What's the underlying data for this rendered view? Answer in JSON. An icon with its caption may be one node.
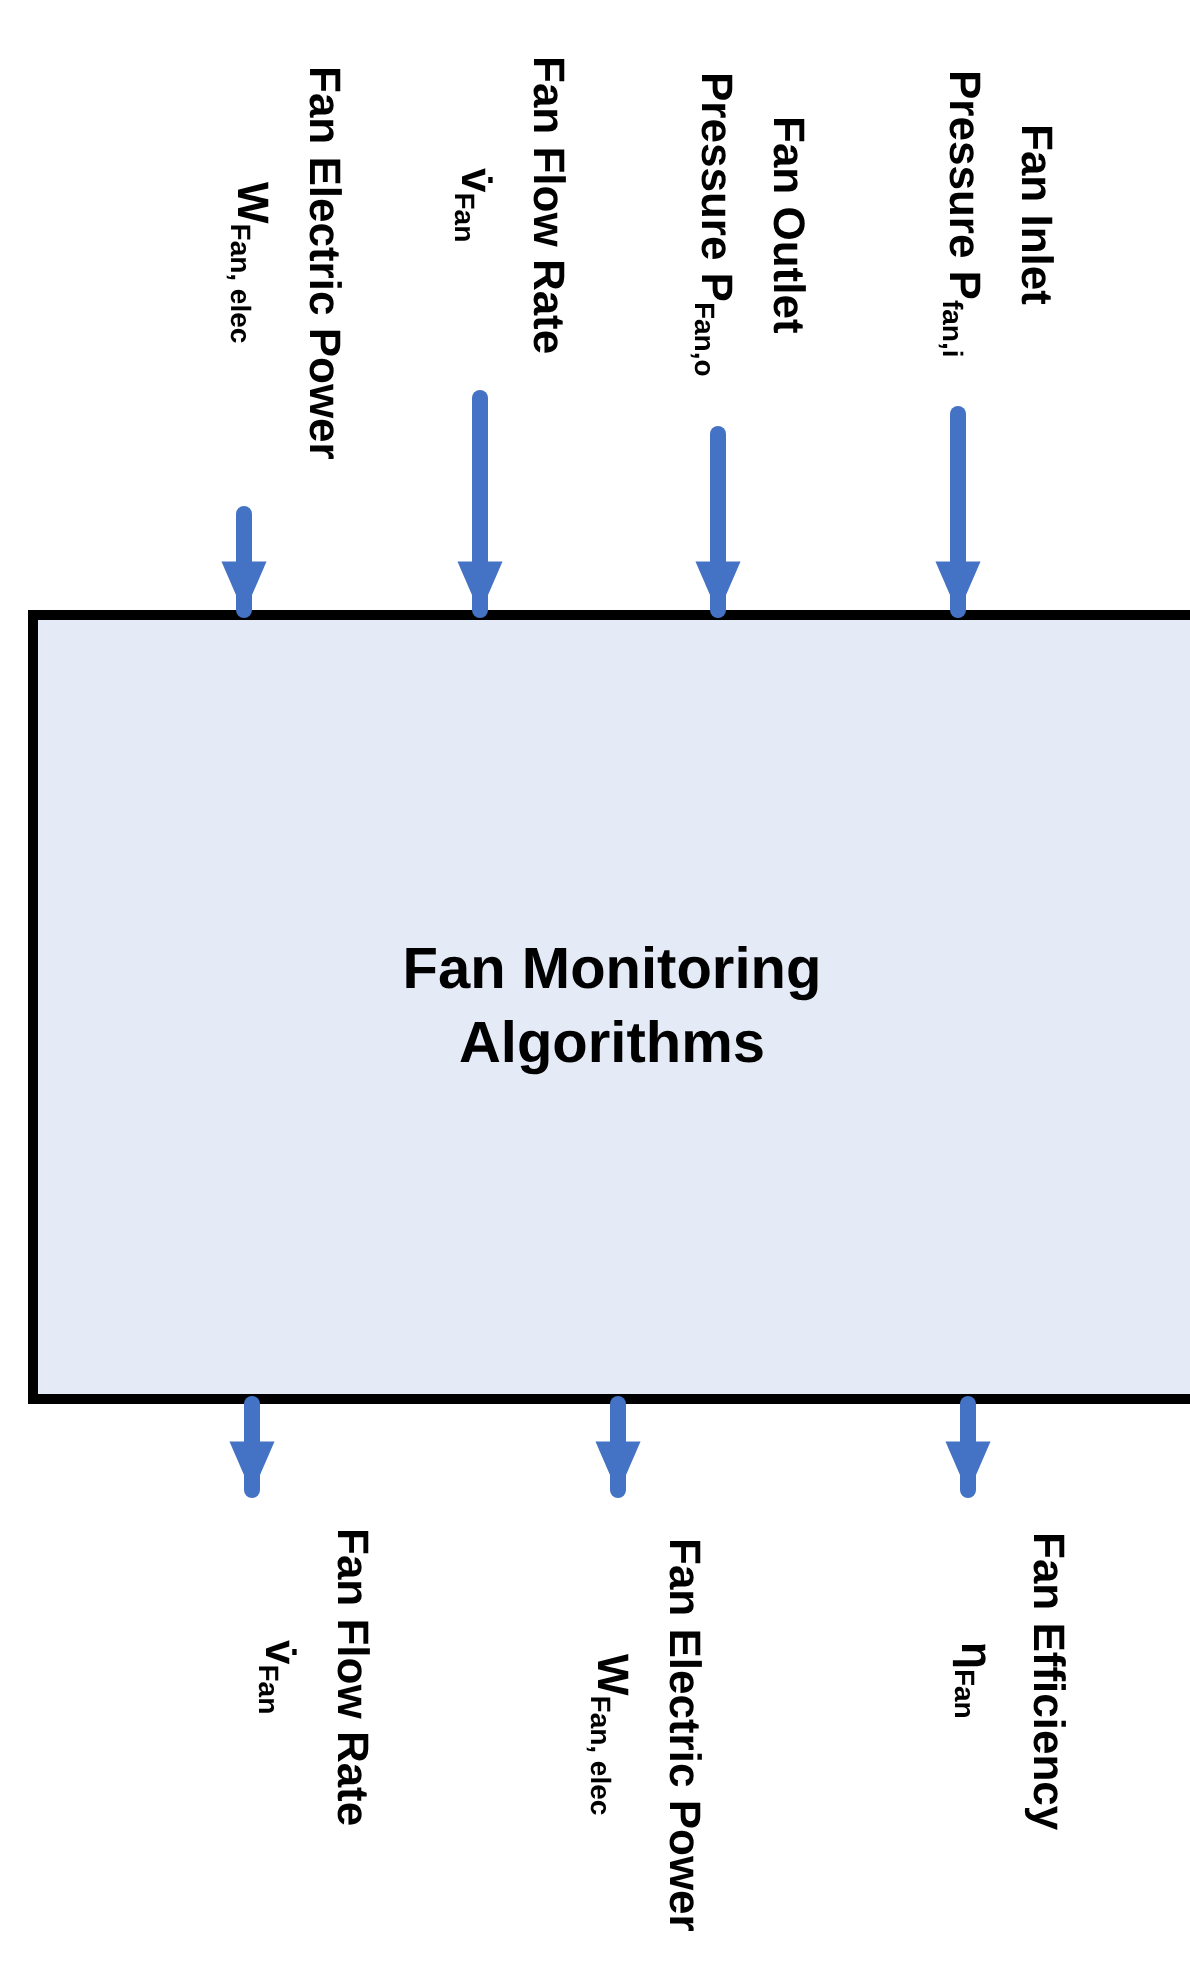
{
  "diagram": {
    "nodes": [
      {
        "text": [
          "Fan Electric Power W$_{Fan, elec}$"
        ]
      },
      {
        "text": [
          "Fan Flow Rate v̇$_{Fan}$"
        ]
      },
      {
        "text": [
          "Fan Outlet Pressure P$_{Fan,o}$"
        ]
      },
      {
        "text": [
          "Fan Inlet Pressure P$_{fan,i}$"
        ]
      },
      {
        "text": [
          "Fan Monitoring Algorithms"
        ]
      },
      {
        "text": [
          "Fan Flow Rate v̇$_{Fan}$"
        ]
      },
      {
        "text": [
          "Fan Electric Power W$_{Fan, elec}$"
        ]
      },
      {
        "text": [
          "Fan Efficiency η$_{Fan}$"
        ]
      }
    ],
    "edges": [
      {
        "from": 0,
        "to": 4,
        "arrow": "to"
      },
      {
        "from": 1,
        "to": 4,
        "arrow": "to"
      },
      {
        "from": 2,
        "to": 4,
        "arrow": "to"
      },
      {
        "from": 3,
        "to": 4,
        "arrow": "to"
      },
      {
        "from": 4,
        "to": 5,
        "arrow": "to"
      },
      {
        "from": 4,
        "to": 6,
        "arrow": "to"
      },
      {
        "from": 4,
        "to": 7,
        "arrow": "to"
      }
    ]
  }
}
